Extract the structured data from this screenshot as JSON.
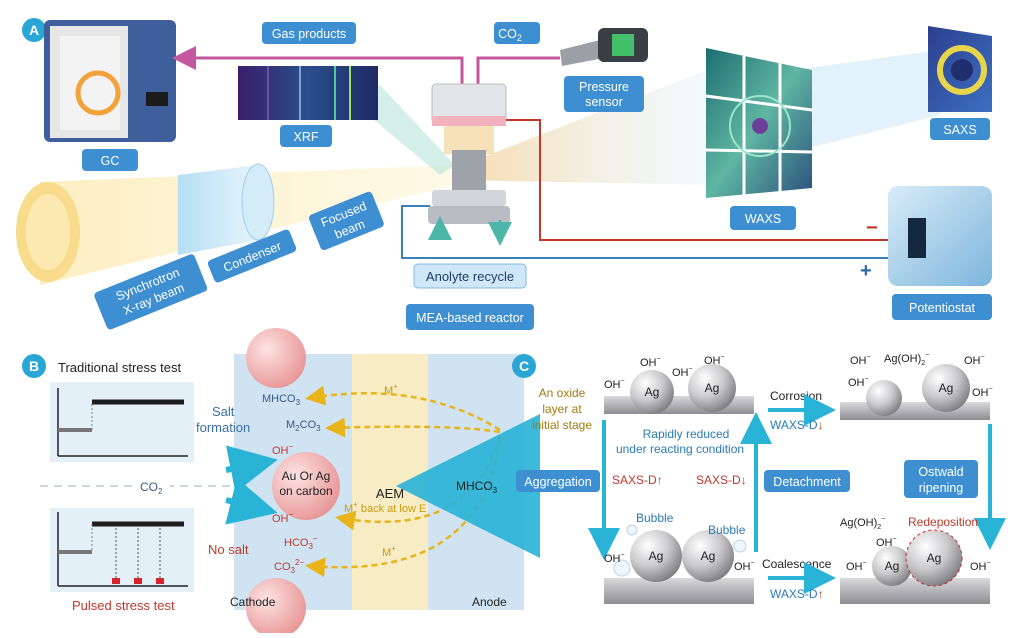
{
  "panels": {
    "a": {
      "badge": "A",
      "labels": {
        "gas_products": "Gas products",
        "co2": "CO",
        "co2_sub": "2",
        "pressure_sensor_1": "Pressure",
        "pressure_sensor_2": "sensor",
        "xrf": "XRF",
        "gc": "GC",
        "saxs": "SAXS",
        "waxs": "WAXS",
        "synchrotron_1": "Synchrotron",
        "synchrotron_2": "X-ray beam",
        "condenser": "Condenser",
        "focused_1": "Focused",
        "focused_2": "beam",
        "anolyte_recycle": "Anolyte recycle",
        "mea_reactor": "MEA-based reactor",
        "potentiostat": "Potentiostat",
        "minus": "−",
        "plus": "+"
      }
    },
    "b": {
      "badge": "B",
      "traditional": "Traditional stress test",
      "pulsed": "Pulsed stress test",
      "salt_formation_1": "Salt",
      "salt_formation_2": "formation",
      "co2": "CO",
      "co2_sub": "2",
      "no_salt": "No salt",
      "mhco3": "MHCO",
      "mhco3_sub": "3",
      "m2co3": "M",
      "m2co3_sub1": "2",
      "m2co3_mid": "CO",
      "m2co3_sub2": "3",
      "m_plus": "M",
      "m_plus_sup": "+",
      "m_back": "M",
      "m_back_rest": " back at low E",
      "oh": "OH",
      "oh_sup": "−",
      "hco3": "HCO",
      "hco3_sub": "3",
      "hco3_sup": "−",
      "co3": "CO",
      "co3_sub": "3",
      "co3_sup": "2−",
      "catalyst_1": "Au Or Ag",
      "catalyst_2": "on carbon",
      "aem": "AEM",
      "anode_mhco3": "MHCO",
      "anode_mhco3_sub": "3",
      "cathode": "Cathode",
      "anode": "Anode"
    },
    "c": {
      "badge": "C",
      "oxide_1": "An oxide",
      "oxide_2": "layer at",
      "oxide_3": "initial stage",
      "rapid_1": "Rapidly reduced",
      "rapid_2": "under reacting condition",
      "aggregation": "Aggregation",
      "saxs_up": "SAXS-D",
      "saxs_down": "SAXS-D",
      "detachment": "Detachment",
      "corrosion": "Corrosion",
      "waxs_down": "WAXS-D",
      "ostwald_1": "Ostwald",
      "ostwald_2": "ripening",
      "agoh2": "Ag(OH)",
      "agoh2_sub": "2",
      "agoh2_sup": "−",
      "redeposition": "Redeposition",
      "coalescence": "Coalescence",
      "waxs_up": "WAXS-D",
      "bubble": "Bubble",
      "ag": "Ag",
      "oh": "OH",
      "oh_sup": "−",
      "arrow_up": "↑",
      "arrow_down": "↓"
    }
  },
  "colors": {
    "badge": "#2aa6d6",
    "label_box": "#3d8fd1",
    "magenta_line": "#c4589f",
    "red_line": "#c0392b",
    "blue_line": "#3a7fb8",
    "dashed_arrow": "#e8b41a",
    "aem_band": "#f7ecc4",
    "electrolyte": "#cfe3f3",
    "cyan_arrow": "#29b3d6"
  }
}
